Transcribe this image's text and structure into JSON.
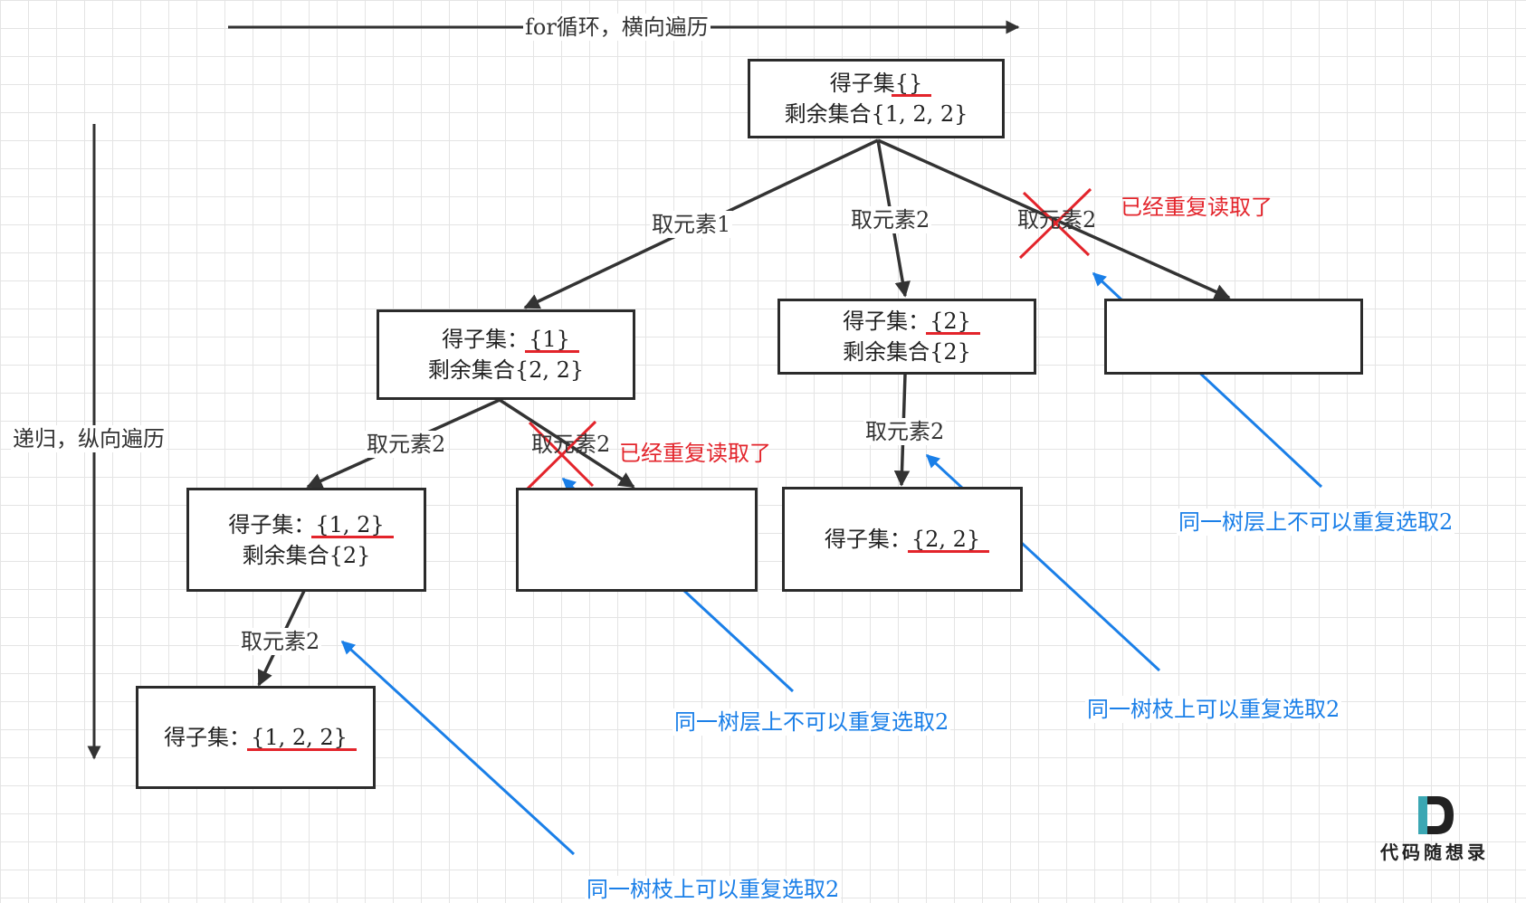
{
  "axis": {
    "horizontal": "for循环，横向遍历",
    "vertical": "递归，纵向遍历"
  },
  "nodes": {
    "root": {
      "line1": "得子集",
      "line1_set": "{}",
      "line2": "剩余集合{1, 2, 2}"
    },
    "n1": {
      "line1": "得子集：",
      "line1_set": "{1}",
      "line2": "剩余集合{2, 2}"
    },
    "n2": {
      "line1": "得子集：",
      "line1_set": "{2}",
      "line2": "剩余集合{2}"
    },
    "n11": {
      "line1": "得子集：",
      "line1_set": "{1, 2}",
      "line2": "剩余集合{2}"
    },
    "n21": {
      "line1": "得子集：",
      "line1_set": "{2, 2}"
    },
    "n111": {
      "line1": "得子集：",
      "line1_set": "{1, 2, 2}"
    }
  },
  "edges": {
    "take1": "取元素1",
    "take2_a": "取元素2",
    "take2_b": "取元素2",
    "take2_c": "取元素2",
    "take2_d": "取元素2",
    "take2_e": "取元素2",
    "take2_f": "取元素2"
  },
  "notes": {
    "dup1": "已经重复读取了",
    "dup2": "已经重复读取了",
    "layer1": "同一树层上不可以重复选取2",
    "layer2": "同一树层上不可以重复选取2",
    "branch1": "同一树枝上可以重复选取2",
    "branch2": "同一树枝上可以重复选取2"
  },
  "logo": {
    "text": "代码随想录"
  },
  "colors": {
    "line": "#333333",
    "red": "#e3242b",
    "blue": "#1a7fe8"
  }
}
